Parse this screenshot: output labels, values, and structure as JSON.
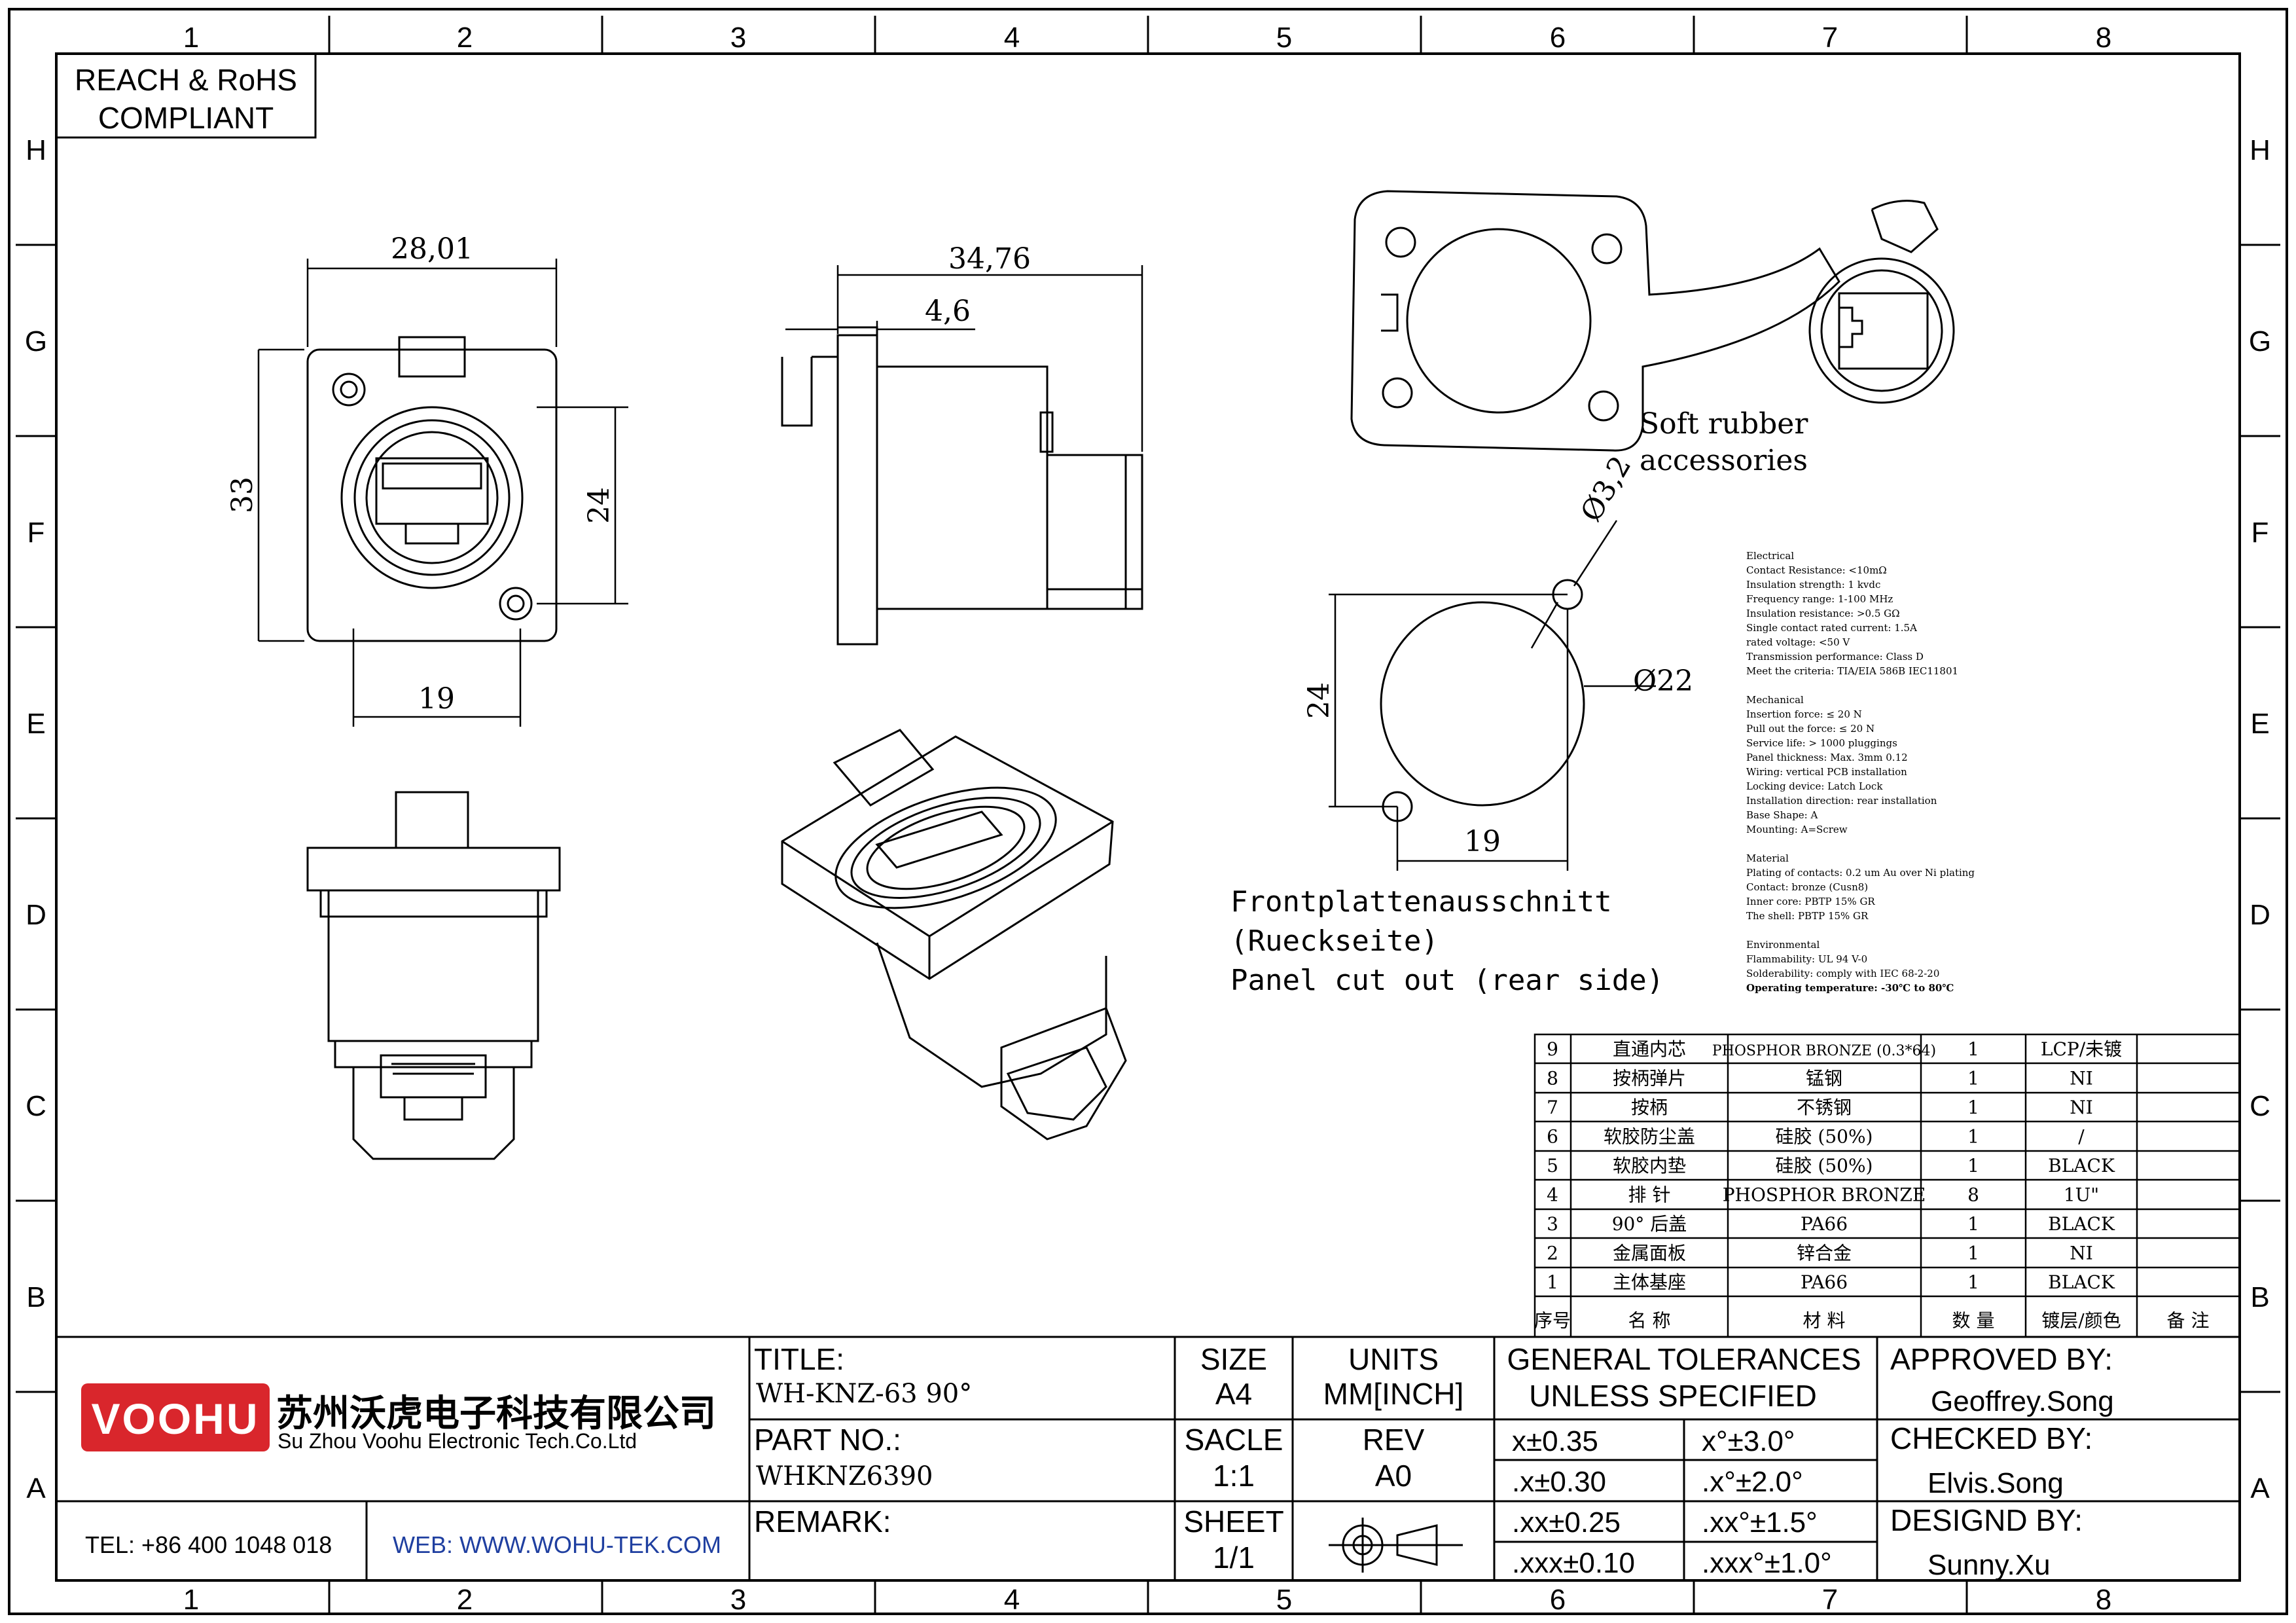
{
  "compliance": {
    "line1": "REACH & RoHS",
    "line2": "COMPLIANT"
  },
  "grid": {
    "columns": [
      "1",
      "2",
      "3",
      "4",
      "5",
      "6",
      "7",
      "8"
    ],
    "rows": [
      "H",
      "G",
      "F",
      "E",
      "D",
      "C",
      "B",
      "A"
    ]
  },
  "front_view": {
    "width": "28,01",
    "height": "33",
    "inner": "24",
    "hole_spacing": "19"
  },
  "side_view": {
    "length": "34,76",
    "flange": "4,6"
  },
  "accessory": {
    "line1": "Soft rubber",
    "line2": "accessories"
  },
  "cutout": {
    "hole_dia": "Ø3,2",
    "main_dia": "Ø22",
    "height": "24",
    "hole_spacing": "19",
    "label_de1": "Frontplattenausschnitt",
    "label_de2": "(Rueckseite)",
    "label_en": "Panel cut out (rear side)"
  },
  "specs": {
    "lines": [
      "Electrical",
      "Contact Resistance: <10mΩ",
      "Insulation strength: 1 kvdc",
      "Frequency range: 1-100 MHz",
      "Insulation resistance: >0.5 GΩ",
      "Single contact rated current: 1.5A",
      "rated voltage: <50 V",
      "Transmission performance: Class D",
      "Meet the criteria: TIA/EIA 586B IEC11801",
      "",
      "Mechanical",
      "Insertion force: ≤ 20 N",
      "Pull out the force: ≤ 20 N",
      "Service life: > 1000 pluggings",
      "Panel thickness: Max. 3mm 0.12",
      "Wiring: vertical PCB installation",
      "Locking device: Latch Lock",
      "Installation direction: rear installation",
      "Base Shape: A",
      "Mounting: A=Screw",
      "",
      "Material",
      "Plating of contacts: 0.2 um Au over Ni plating",
      "Contact: bronze (Cusn8)",
      "Inner core: PBTP 15% GR",
      "The shell: PBTP 15% GR",
      "",
      "Environmental",
      "Flammability: UL 94 V-0",
      "Solderability: comply with IEC 68-2-20",
      "Operating temperature: -30℃ to 80℃"
    ]
  },
  "bom": {
    "rows": [
      {
        "no": "9",
        "name": "直通内芯",
        "material": "PHOSPHOR BRONZE (0.3*64)",
        "qty": "1",
        "finish": "LCP/未镀",
        "note": ""
      },
      {
        "no": "8",
        "name": "按柄弹片",
        "material": "锰钢",
        "qty": "1",
        "finish": "NI",
        "note": ""
      },
      {
        "no": "7",
        "name": "按柄",
        "material": "不锈钢",
        "qty": "1",
        "finish": "NI",
        "note": ""
      },
      {
        "no": "6",
        "name": "软胶防尘盖",
        "material": "硅胶 (50%)",
        "qty": "1",
        "finish": "/",
        "note": ""
      },
      {
        "no": "5",
        "name": "软胶内垫",
        "material": "硅胶 (50%)",
        "qty": "1",
        "finish": "BLACK",
        "note": ""
      },
      {
        "no": "4",
        "name": "排 针",
        "material": "PHOSPHOR BRONZE",
        "qty": "8",
        "finish": "1U\"",
        "note": ""
      },
      {
        "no": "3",
        "name": "90° 后盖",
        "material": "PA66",
        "qty": "1",
        "finish": "BLACK",
        "note": ""
      },
      {
        "no": "2",
        "name": "金属面板",
        "material": "锌合金",
        "qty": "1",
        "finish": "NI",
        "note": ""
      },
      {
        "no": "1",
        "name": "主体基座",
        "material": "PA66",
        "qty": "1",
        "finish": "BLACK",
        "note": ""
      }
    ],
    "header": {
      "no": "序号",
      "name": "名 称",
      "material": "材 料",
      "qty": "数 量",
      "finish": "镀层/颜色",
      "note": "备 注"
    }
  },
  "title_block": {
    "logo": "VOOHU",
    "company_cn": "苏州沃虎电子科技有限公司",
    "company_en": "Su Zhou Voohu Electronic Tech.Co.Ltd",
    "tel": "TEL: +86 400 1048 018",
    "web": "WEB: WWW.WOHU-TEK.COM",
    "title_label": "TITLE:",
    "title_value": "WH-KNZ-63 90°",
    "partno_label": "PART NO.:",
    "partno_value": "WHKNZ6390",
    "remark_label": "REMARK:",
    "size_label": "SIZE",
    "size_value": "A4",
    "units_label": "UNITS",
    "units_value": "MM[INCH]",
    "scale_label": "SACLE",
    "scale_value": "1:1",
    "rev_label": "REV",
    "rev_value": "A0",
    "sheet_label": "SHEET",
    "sheet_value": "1/1",
    "tol_title1": "GENERAL TOLERANCES",
    "tol_title2": "UNLESS SPECIFIED",
    "tol": [
      {
        "lin": "x±0.35",
        "ang": "x°±3.0°"
      },
      {
        "lin": ".x±0.30",
        "ang": ".x°±2.0°"
      },
      {
        "lin": ".xx±0.25",
        "ang": ".xx°±1.5°"
      },
      {
        "lin": ".xxx±0.10",
        "ang": ".xxx°±1.0°"
      }
    ],
    "approved_label": "APPROVED BY:",
    "approved_value": "Geoffrey.Song",
    "checked_label": "CHECKED BY:",
    "checked_value": "Elvis.Song",
    "design_label": "DESIGND BY:",
    "design_value": "Sunny.Xu",
    "brand_color": "#d9262c",
    "web_color": "#1f3fa0"
  }
}
